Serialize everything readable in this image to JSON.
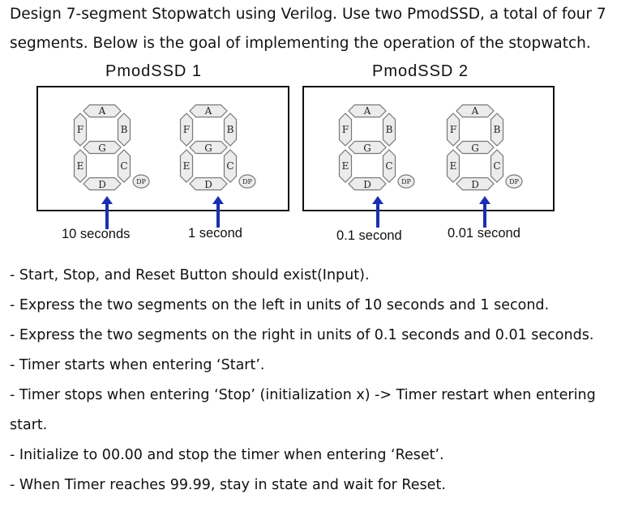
{
  "intro_text": "Design 7-segment Stopwatch using Verilog. Use two PmodSSD, a total of four 7 segments. Below is the goal of implementing the operation of the stopwatch.",
  "boards": [
    {
      "title": "PmodSSD 1"
    },
    {
      "title": "PmodSSD 2"
    }
  ],
  "segment_labels": {
    "a": "A",
    "b": "B",
    "c": "C",
    "d": "D",
    "e": "E",
    "f": "F",
    "g": "G",
    "dp": "DP"
  },
  "digit_units": [
    "10 seconds",
    "1 second",
    "0.1 second",
    "0.01 second"
  ],
  "colors": {
    "segment_fill": "#ececec",
    "segment_stroke": "#777777",
    "arrow": "#1a2fb0"
  },
  "bullets": [
    "- Start, Stop, and Reset Button should exist(Input).",
    "- Express the two segments on the left in units of 10 seconds and 1 second.",
    "- Express the two segments on the right in units of 0.1 seconds and 0.01 seconds.",
    "- Timer starts when entering ‘Start’.",
    "- Timer stops when entering ‘Stop’ (initialization x) -> Timer restart when entering start.",
    "- Initialize to 00.00 and stop the timer when entering ‘Reset’.",
    "- When Timer reaches 99.99, stay in state and wait for Reset."
  ]
}
